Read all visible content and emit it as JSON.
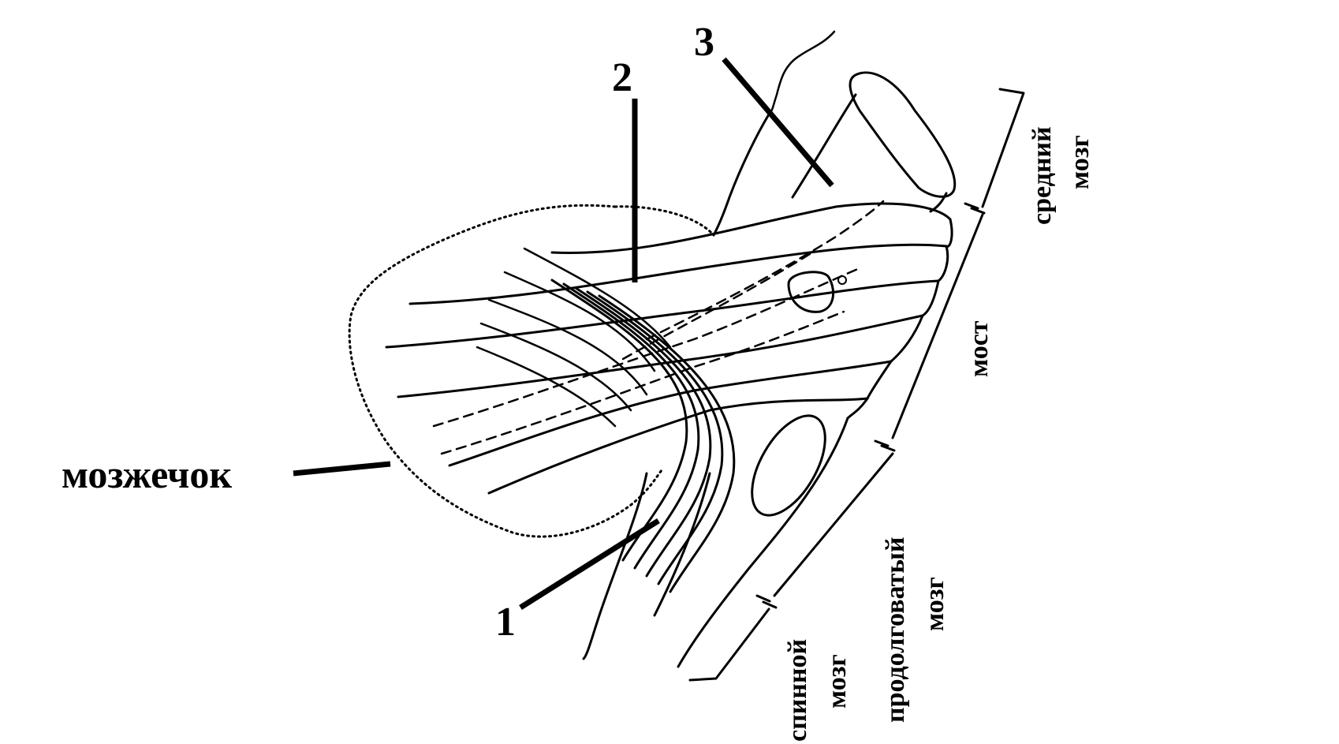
{
  "labels": {
    "cerebellum": "мозжечок",
    "num1": "1",
    "num2": "2",
    "num3": "3",
    "midbrain_line1": "средний",
    "midbrain_line2": "мозг",
    "pons": "мост",
    "medulla_line1": "продолговатый",
    "medulla_line2": "мозг",
    "spinal_line1": "спинной",
    "spinal_line2": "мозг"
  }
}
